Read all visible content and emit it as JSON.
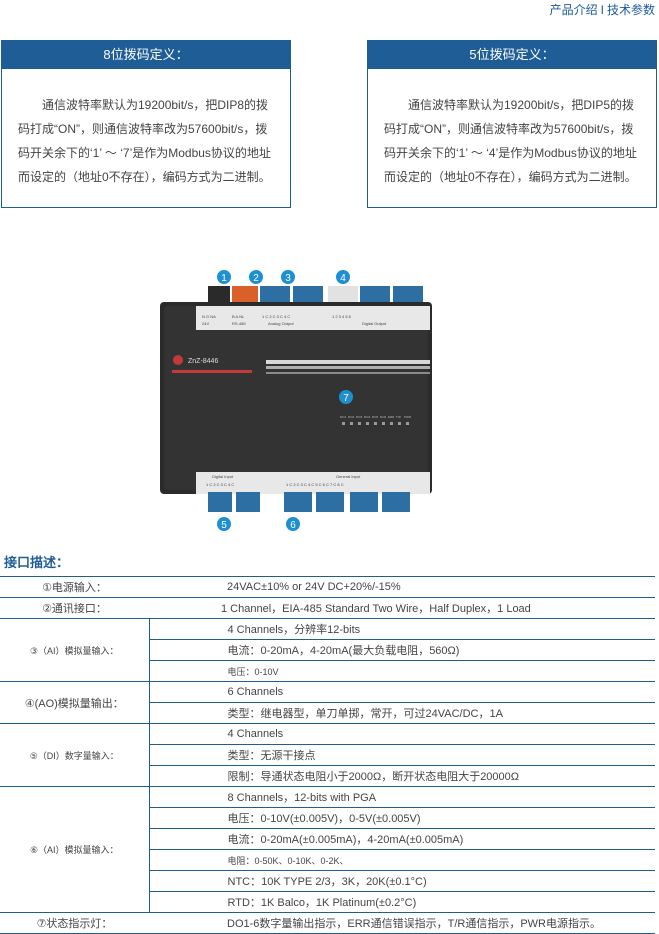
{
  "nav": {
    "product_intro": "产品介绍",
    "separator": "I",
    "tech_params": "技术参数"
  },
  "dip8": {
    "title": "8位拨码定义：",
    "body": "通信波特率默认为19200bit/s，把DIP8的拨码打成“ON”，则通信波特率改为57600bit/s，拨码开关余下的‘1’ ～ ‘7’是作为Modbus协议的地址而设定的（地址0不存在），编码方式为二进制。"
  },
  "dip5": {
    "title": "5位拨码定义：",
    "body": "通信波特率默认为19200bit/s，把DIP5的拨码打成“ON”，则通信波特率改为57600bit/s，拨码开关余下的‘1’ ～ ‘4’是作为Modbus协议的地址而设定的（地址0不存在），编码方式为二进制。"
  },
  "device": {
    "markers": [
      "1",
      "2",
      "3",
      "4",
      "5",
      "6",
      "7"
    ],
    "model": "ZnZ-8446",
    "top_labels": [
      "N G NA",
      "24V",
      "B A NL",
      "RS-485",
      "1 C 2 C  3 C 4 C",
      "Analog Output",
      "1   2   3   4   5   6",
      "Digital Output"
    ],
    "bottom_labels": [
      "Digital Input",
      "1 C 2 C   3 C 4 C",
      "General Input",
      "1 C 2 C   3 C 4 C   5 C 6 C   7 C 8 C"
    ],
    "leds": [
      "DO1",
      "DO2",
      "DO3",
      "DO4",
      "DO5",
      "DO6",
      "ERR",
      "T/R",
      "PWR"
    ]
  },
  "section_title": "接口描述：",
  "spec": {
    "power_label": "①电源输入：",
    "power_value": "24VAC±10% or 24V DC+20%/-15%",
    "comm_label": "②通讯接口：",
    "comm_value": "1 Channel，EIA-485 Standard Two Wire，Half Duplex，1 Load",
    "ai_label": "③（AI）模拟量输入：",
    "ai_rows": [
      "4 Channels，分辨率12-bits",
      "电流：0-20mA，4-20mA(最大负载电阻，560Ω)",
      "电压：0-10V"
    ],
    "ao_label": "④(AO)模拟量输出：",
    "ao_rows": [
      "6 Channels",
      "类型：继电器型，单刀单掷，常开，可过24VAC/DC，1A"
    ],
    "di_label": "⑤（DI）数字量输入：",
    "di_rows": [
      "4 Channels",
      "类型：无源干接点",
      "限制：导通状态电阻小于2000Ω，断开状态电阻大于20000Ω"
    ],
    "gi_label": "⑥（AI）模拟量输入：",
    "gi_rows": [
      "8 Channels，12-bits with PGA",
      "电压：0-10V(±0.005V)，0-5V(±0.005V)",
      "电流：0-20mA(±0.005mA)，4-20mA(±0.005mA)",
      "电阻：0-50K、0-10K、0-2K、",
      "NTC：10K TYPE 2/3，3K，20K(±0.1°C)",
      "RTD：1K Balco，1K Platinum(±0.2°C)"
    ],
    "led_label": "⑦状态指示灯：",
    "led_value": "DO1-6数字量输出指示，ERR通信错误指示，T/R通信指示，PWR电源指示。"
  }
}
